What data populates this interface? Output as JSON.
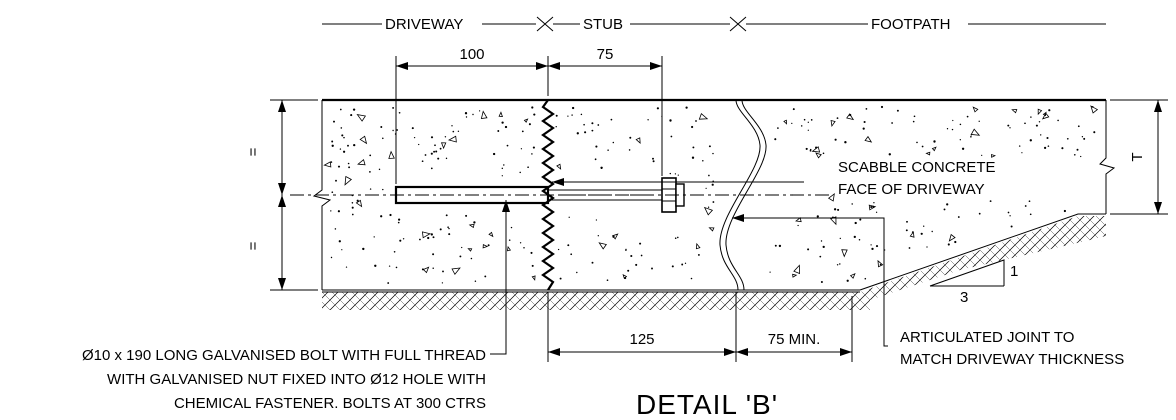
{
  "zones": {
    "driveway": "DRIVEWAY",
    "stub": "STUB",
    "footpath": "FOOTPATH"
  },
  "dimensions": {
    "top_driveway": "100",
    "top_stub": "75",
    "bottom_stub": "125",
    "bottom_min": "75 MIN.",
    "equal_upper": "=",
    "equal_lower": "=",
    "thickness": "T"
  },
  "slope": {
    "rise": "1",
    "run": "3"
  },
  "notes": {
    "scabble_line1": "SCABBLE CONCRETE",
    "scabble_line2": "FACE OF DRIVEWAY",
    "joint_line1": "ARTICULATED JOINT TO",
    "joint_line2": "MATCH DRIVEWAY THICKNESS",
    "bolt_line1": "Ø10 x 190 LONG GALVANISED BOLT WITH FULL THREAD",
    "bolt_line2": "WITH GALVANISED NUT FIXED INTO Ø12 HOLE WITH",
    "bolt_line3": "CHEMICAL FASTENER. BOLTS AT 300 CTRS"
  },
  "title": "DETAIL 'B'"
}
